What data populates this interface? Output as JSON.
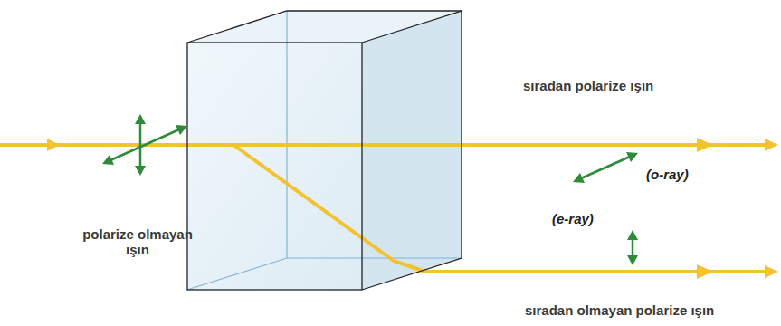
{
  "diagram": {
    "labels": [
      "sıradan polarize ışın",
      "(o-ray)",
      "polarize olmayan ışın",
      "(e-ray)",
      "sıradan olmayan polarize ışın"
    ]
  }
}
